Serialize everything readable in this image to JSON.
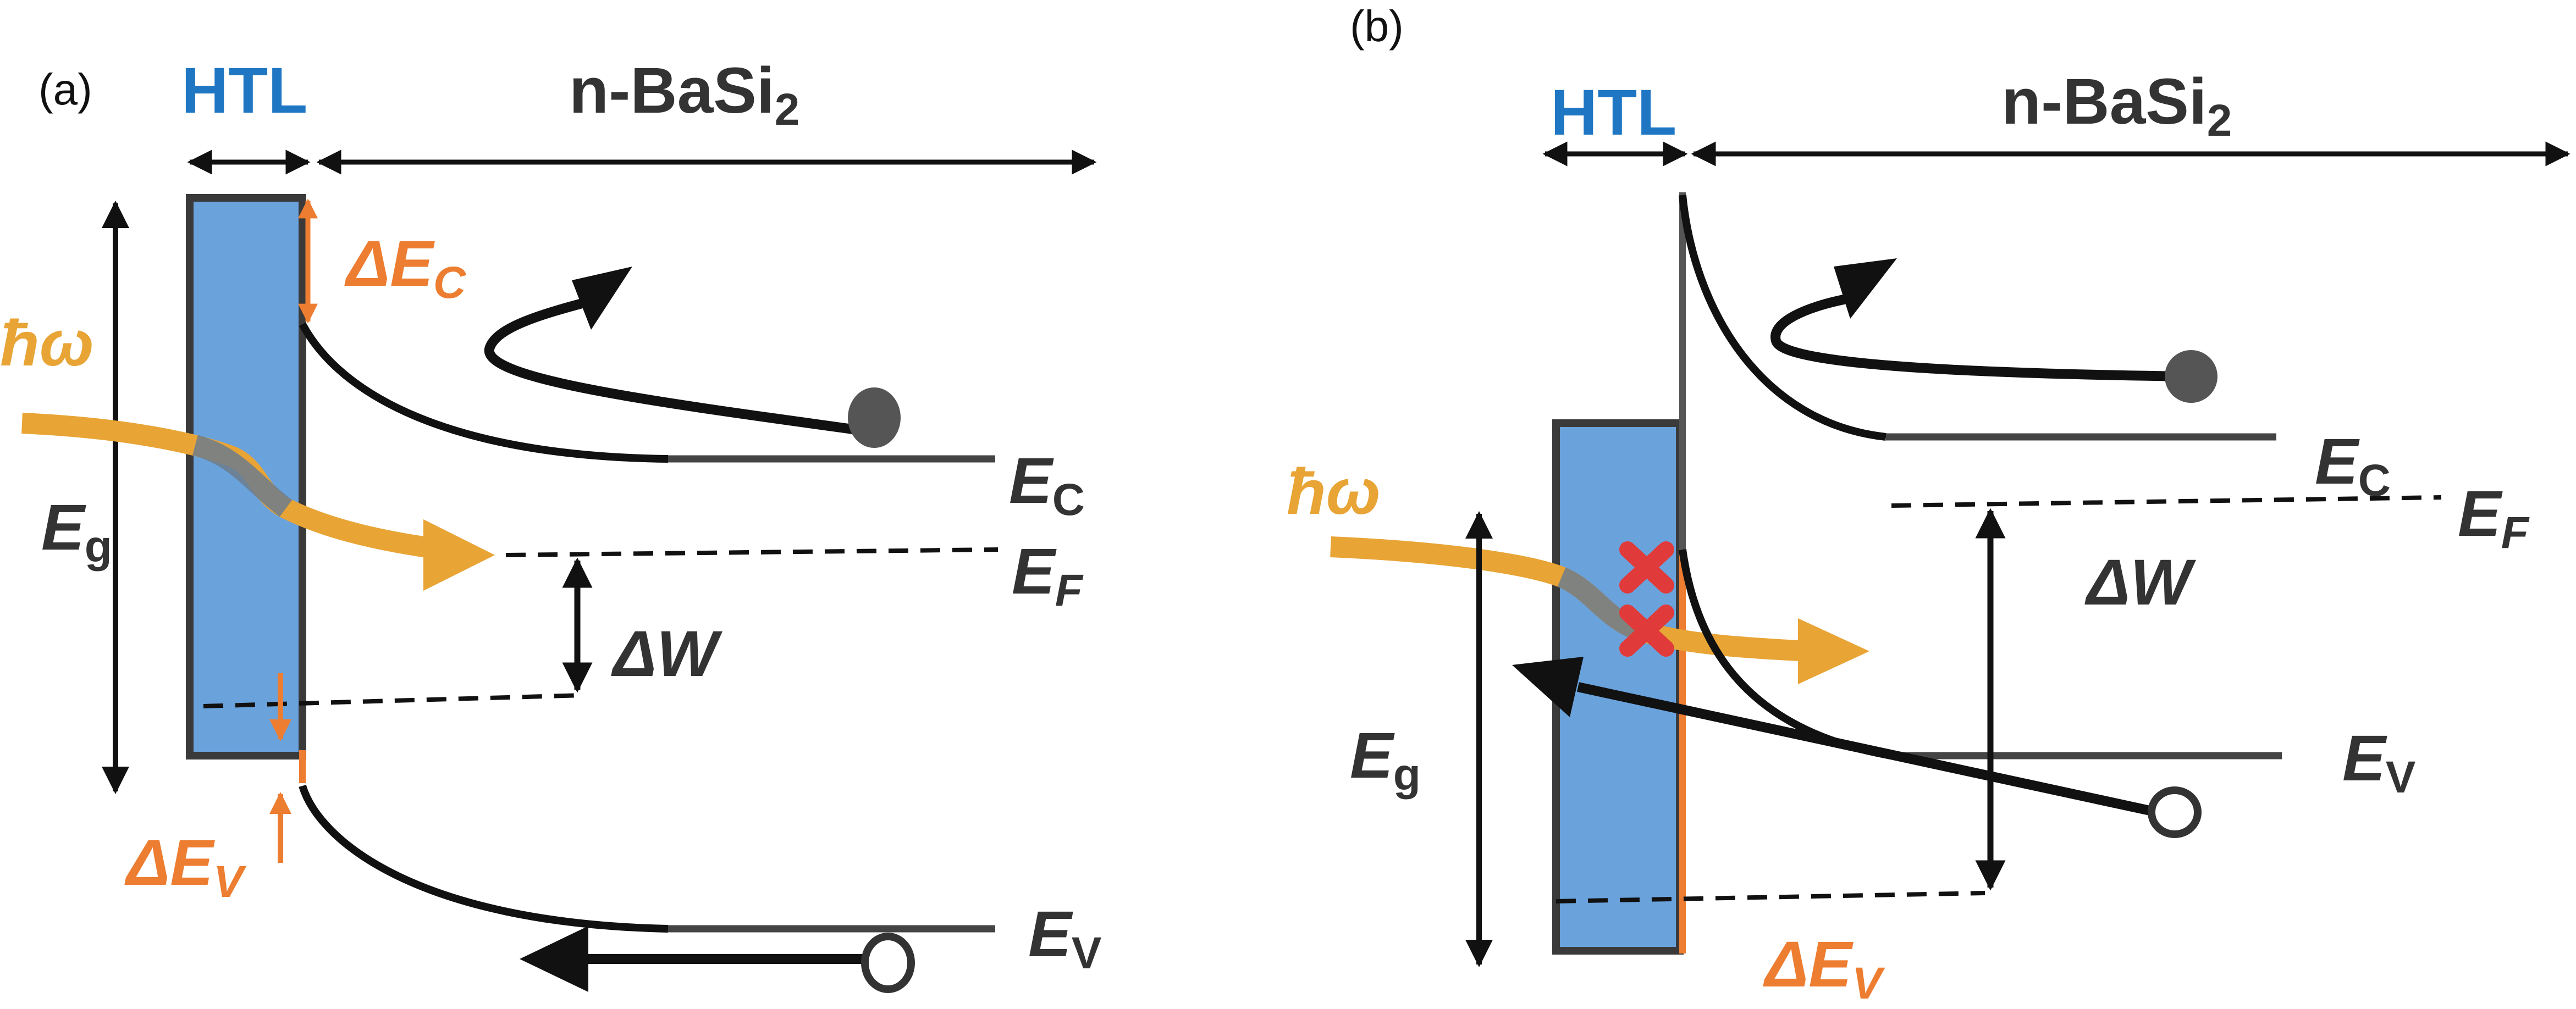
{
  "colors": {
    "htl_fill": "#6AA2DC",
    "htl_stroke": "#3A3A3A",
    "band_line": "#111111",
    "flat_line": "#444444",
    "offset": "#ED7D31",
    "photon": "#E8A435",
    "cross": "#E03A3A",
    "electron": "#555555",
    "htl_label": "#1F77C4"
  },
  "panel_a": {
    "panel_label": "(a)",
    "htl_label": "HTL",
    "layer_label": "n-BaSi",
    "layer_sub": "2",
    "delta_ec": "ΔE",
    "delta_ec_sub": "C",
    "photon": "ħω",
    "eg": "E",
    "eg_sub": "g",
    "ec": "E",
    "ec_sub": "C",
    "ef": "E",
    "ef_sub": "F",
    "delta_w": "ΔW",
    "delta_ev": "ΔE",
    "delta_ev_sub": "V",
    "ev": "E",
    "ev_sub": "V"
  },
  "panel_b": {
    "panel_label": "(b)",
    "htl_label": "HTL",
    "layer_label": "n-BaSi",
    "layer_sub": "2",
    "photon": "ħω",
    "ec": "E",
    "ec_sub": "C",
    "ef": "E",
    "ef_sub": "F",
    "delta_w": "ΔW",
    "eg": "E",
    "eg_sub": "g",
    "ev": "E",
    "ev_sub": "V",
    "delta_ev": "ΔE",
    "delta_ev_sub": "V"
  }
}
